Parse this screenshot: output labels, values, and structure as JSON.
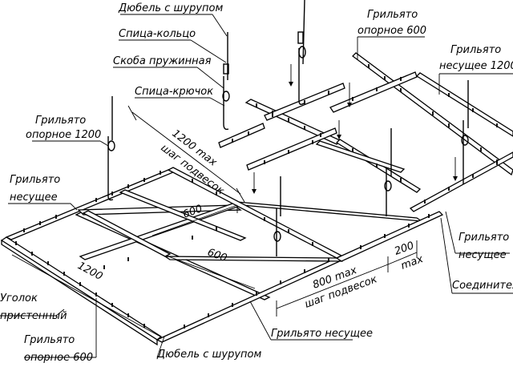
{
  "labels": {
    "anchor_top": "Дюбель с шурупом",
    "spoke_ring": "Спица-кольцо",
    "spring_clip": "Скоба пружинная",
    "spoke_hook": "Спица-крючок",
    "grillato_support_1200": "Грильято\nопорное 1200",
    "grillato_carrier_left": "Грильято\nнесущее",
    "corner": "Уголок\nпристенный",
    "grillato_support_600_bottom": "Грильято\nопорное 600",
    "anchor_bottom": "Дюбель с шурупом",
    "grillato_carrier_bottom": "Грильято несущее",
    "connector": "Соединитель",
    "grillato_carrier_right": "Грильято\nнесущее",
    "grillato_support_600_top": "Грильято\nопорное 600",
    "grillato_carrier_1200_top": "Грильято\nнесущее 1200"
  },
  "dimensions": {
    "d1200_max": "1200 max",
    "hanger_step_1": "шаг подвесок",
    "d600_a": "600",
    "d600_b": "600",
    "d1200": "1200",
    "d800_max": "800 max",
    "hanger_step_2": "шаг подвесок",
    "d200": "200",
    "d200_max": "max"
  }
}
